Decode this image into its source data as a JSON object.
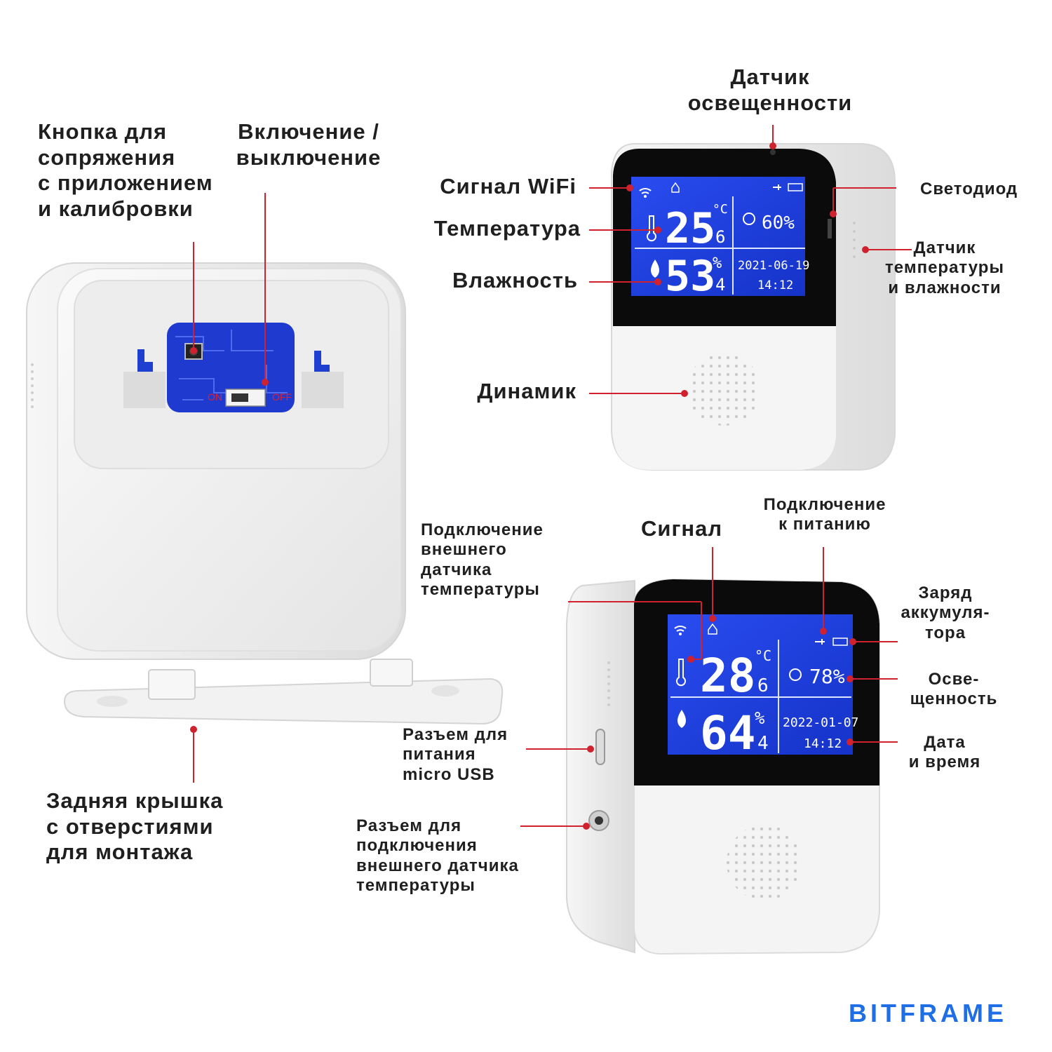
{
  "labels": {
    "pair_button": "Кнопка для\nсопряжения\nс приложением\nи калибровки",
    "power_switch": "Включение /\nвыключение",
    "back_cover": "Задняя крышка\nс отверстиями\nдля монтажа",
    "light_sensor": "Датчик\nосвещенности",
    "wifi_signal": "Сигнал WiFi",
    "temperature": "Температура",
    "humidity": "Влажность",
    "speaker": "Динамик",
    "led": "Светодиод",
    "temp_humidity_sensor": "Датчик\nтемпературы\nи влажности",
    "external_sensor_connection": "Подключение\nвнешнего\nдатчика\nтемпературы",
    "alarm": "Сигнал",
    "power_connection": "Подключение\nк питанию",
    "battery": "Заряд\nаккумуля-\nтора",
    "illumination": "Осве-\nщенность",
    "date_time": "Дата\nи время",
    "micro_usb": "Разъем для\nпитания\nmicro USB",
    "external_jack": "Разъем для\nподключения\nвнешнего датчика\nтемпературы"
  },
  "switch": {
    "on": "ON",
    "off": "OFF"
  },
  "display_top": {
    "temp_int": "25",
    "temp_dec": "6",
    "temp_unit": "°C",
    "hum_int": "53",
    "hum_dec": "4",
    "hum_unit": "%",
    "light": "60%",
    "date": "2021-06-19",
    "time": "14:12"
  },
  "display_bottom": {
    "temp_int": "28",
    "temp_dec": "6",
    "temp_unit": "°C",
    "hum_int": "64",
    "hum_dec": "4",
    "hum_unit": "%",
    "light": "78%",
    "date": "2022-01-07",
    "time": "14:12"
  },
  "brand": "BITFRAME",
  "colors": {
    "accent": "#d0222e",
    "lcd": "#1f3fe0",
    "brand": "#1e6fe6"
  }
}
